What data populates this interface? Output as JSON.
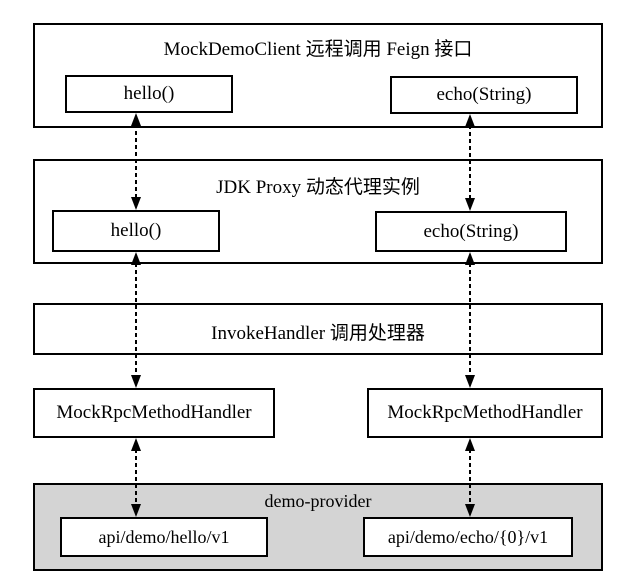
{
  "layers": {
    "client": {
      "title": "MockDemoClient 远程调用 Feign 接口",
      "hello_label": "hello()",
      "echo_label": "echo(String)"
    },
    "proxy": {
      "title": "JDK Proxy 动态代理实例",
      "hello_label": "hello()",
      "echo_label": "echo(String)"
    },
    "invoke_handler": {
      "title": "InvokeHandler 调用处理器"
    },
    "method_handlers": {
      "left_label": "MockRpcMethodHandler",
      "right_label": "MockRpcMethodHandler"
    },
    "provider": {
      "title": "demo-provider",
      "hello_endpoint": "api/demo/hello/v1",
      "echo_endpoint": "api/demo/echo/{0}/v1"
    }
  },
  "connectors": {
    "style": "dashed-double-arrow",
    "color": "#000000"
  },
  "colors": {
    "background": "#ffffff",
    "box_border": "#000000",
    "box_background": "#ffffff",
    "provider_background": "#d4d4d4",
    "text": "#000000"
  }
}
